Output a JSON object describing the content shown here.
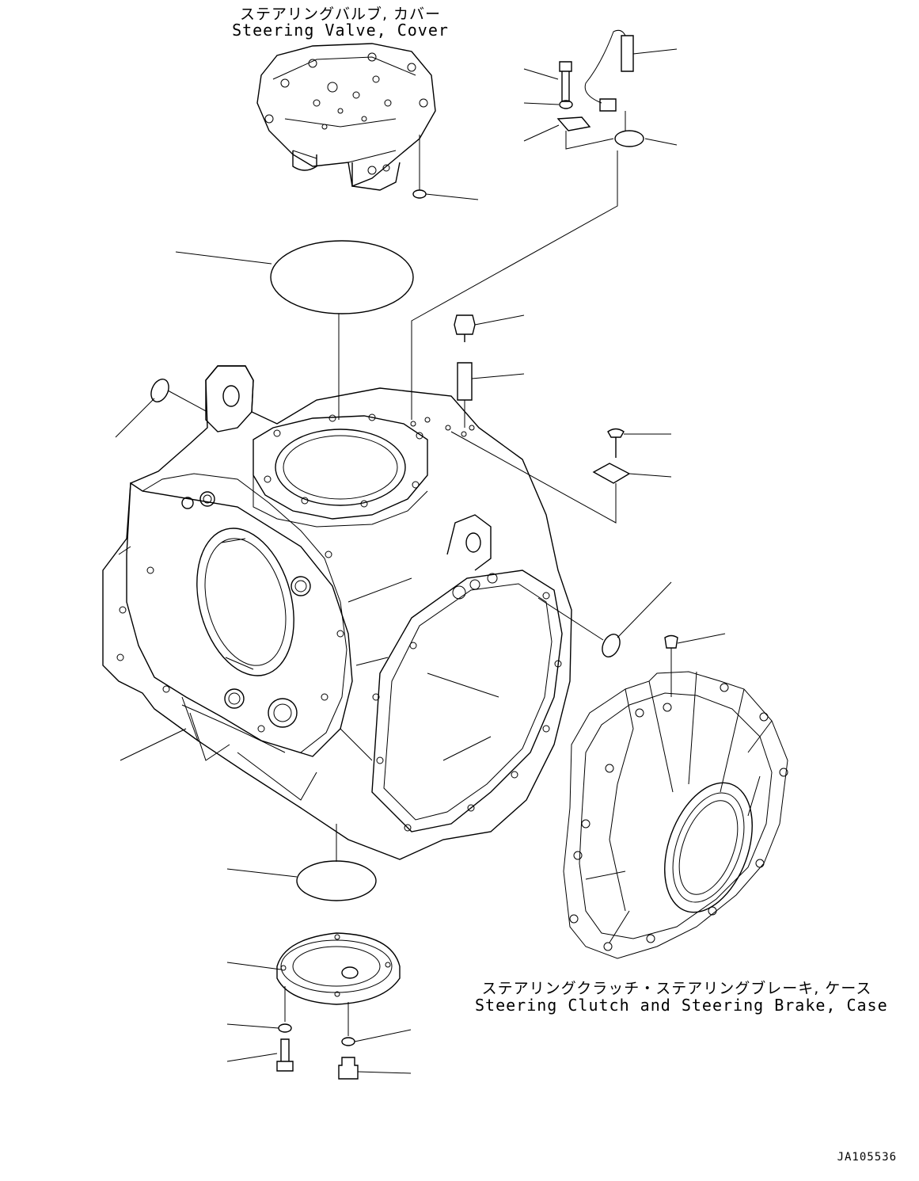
{
  "labels": {
    "valve_cover_jp": "ステアリングバルブ, カバー",
    "valve_cover_en": "Steering Valve, Cover",
    "case_jp": "ステアリングクラッチ・ステアリングブレーキ, ケース",
    "case_en": "Steering Clutch and Steering Brake, Case"
  },
  "reference_code": "JA105536"
}
